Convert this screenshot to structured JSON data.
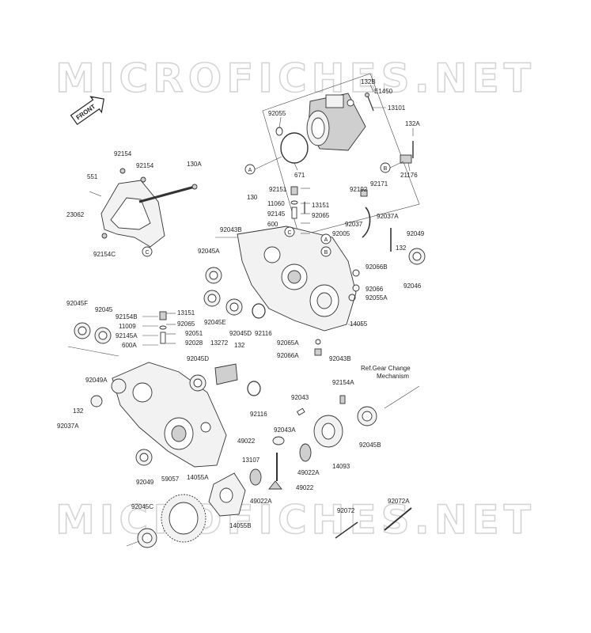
{
  "watermark": "MICROFICHES.NET",
  "front_label": "FRONT",
  "labels": {
    "l132B": "132B",
    "lE1450": "E1450",
    "l13101": "13101",
    "l92055": "92055",
    "l671": "671",
    "l132A": "132A",
    "l21176": "21176",
    "lA_top": "A",
    "lB_top": "B",
    "l92154a": "92154",
    "l92154b": "92154",
    "l130A": "130A",
    "l551": "551",
    "l23062": "23062",
    "l92154C": "92154C",
    "lC_left": "C",
    "l92151": "92151",
    "l130": "130",
    "l11060": "11060",
    "l13151a": "13151",
    "l92145": "92145",
    "l92065a": "92065",
    "l600": "600",
    "l92043B": "92043B",
    "l92192": "92192",
    "l92171": "92171",
    "l92037A_r": "92037A",
    "l92037": "92037",
    "l92005": "92005",
    "l92049_r": "92049",
    "l132_r": "132",
    "l92045A": "92045A",
    "l92066B": "92066B",
    "l92046": "92046",
    "l92066": "92066",
    "l92055A": "92055A",
    "lA_mid": "A",
    "lB_mid": "B",
    "lC_mid": "C",
    "l92045F": "92045F",
    "l92045": "92045",
    "l92154B": "92154B",
    "l13151b": "13151",
    "l11009": "11009",
    "l92065b": "92065",
    "l92145A": "92145A",
    "l92051": "92051",
    "l600A": "600A",
    "l92028": "92028",
    "l13272": "13272",
    "l132_m": "132",
    "l92045E": "92045E",
    "l92045D_a": "92045D",
    "l92116a": "92116",
    "l14055": "14055",
    "l92065A": "92065A",
    "l92066A": "92066A",
    "l92043B_b": "92043B",
    "l92045D_b": "92045D",
    "l92049A": "92049A",
    "l132_l": "132",
    "l92037A_l": "92037A",
    "l92116b": "92116",
    "l92049_l": "92049",
    "l59057": "59057",
    "l14055A": "14055A",
    "l92043": "92043",
    "l92154A": "92154A",
    "l92045B": "92045B",
    "lRef1": "Ref.Gear Change",
    "lRef2": "Mechanism",
    "l49022": "49022",
    "l92043A": "92043A",
    "l13107": "13107",
    "l49022A_a": "49022A",
    "l14093": "14093",
    "l49022A_b": "49022A",
    "l49022_b": "49022",
    "l92045C": "92045C",
    "l14055B": "14055B",
    "l92072": "92072",
    "l92072A": "92072A"
  }
}
